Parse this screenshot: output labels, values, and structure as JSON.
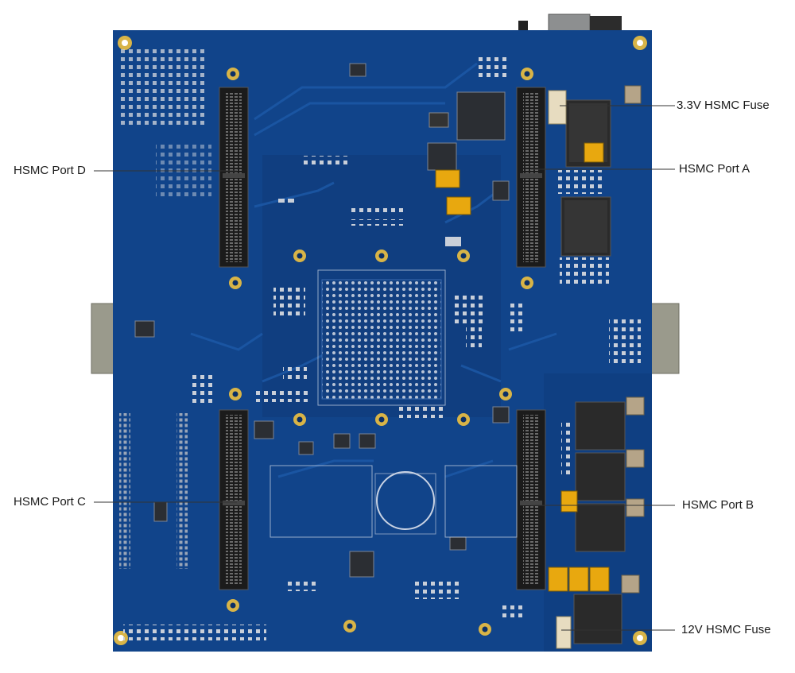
{
  "board": {
    "colors": {
      "pcb": "#11448a",
      "pcb_dark": "#0b2f66",
      "trace": "#1d5aa8",
      "gold": "#d8b447",
      "silk": "#cfd7e6",
      "connector": "#1b1b1b",
      "module": "#2a2a2a",
      "tantalum": "#e8a80f"
    }
  },
  "callouts": [
    {
      "id": "fuse-3v3",
      "label": "3.3V HSMC Fuse"
    },
    {
      "id": "port-a",
      "label": "HSMC Port A"
    },
    {
      "id": "port-d",
      "label": "HSMC Port D"
    },
    {
      "id": "port-c",
      "label": "HSMC Port C"
    },
    {
      "id": "port-b",
      "label": "HSMC Port B"
    },
    {
      "id": "fuse-12v",
      "label": "12V HSMC Fuse"
    }
  ]
}
